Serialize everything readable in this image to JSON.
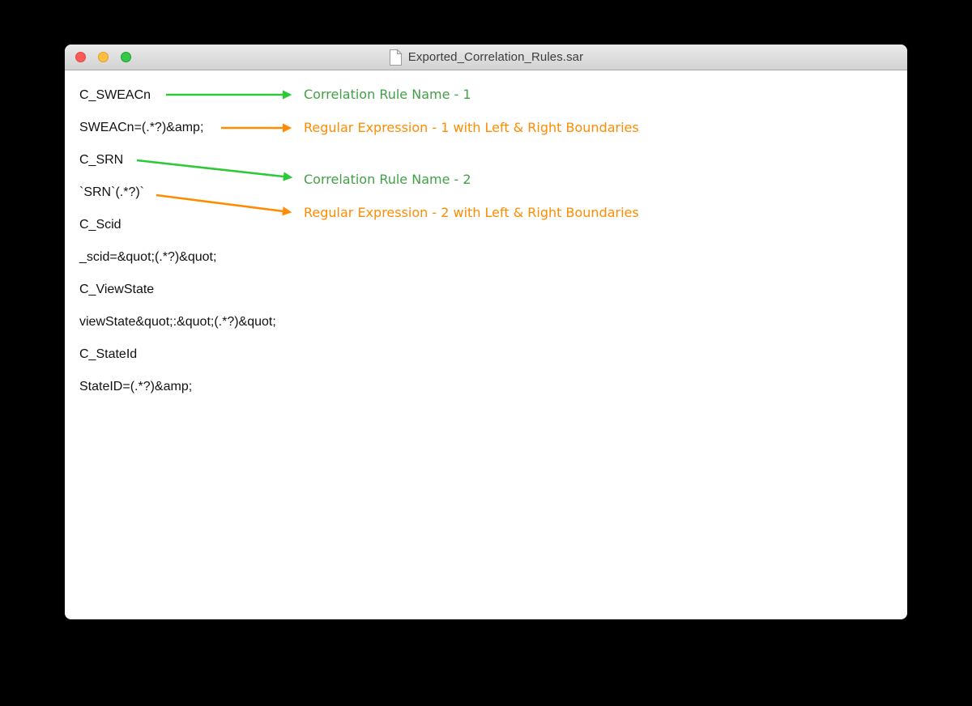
{
  "window": {
    "title": "Exported_Correlation_Rules.sar",
    "traffic_lights": {
      "close": "close-window",
      "minimize": "minimize-window",
      "zoom": "zoom-window"
    }
  },
  "doc": {
    "lines": [
      "C_SWEACn",
      "SWEACn=(.*?)&amp;",
      "C_SRN",
      "`SRN`(.*?)`",
      "C_Scid",
      "_scid=&quot;(.*?)&quot;",
      "C_ViewState",
      "viewState&quot;:&quot;(.*?)&quot;",
      "C_StateId",
      "StateID=(.*?)&amp;"
    ]
  },
  "annotations": {
    "items": [
      {
        "label": "Correlation Rule Name - 1",
        "color": "green"
      },
      {
        "label": "Regular Expression - 1 with Left & Right Boundaries",
        "color": "orange"
      },
      {
        "label": "Correlation Rule Name - 2",
        "color": "green"
      },
      {
        "label": "Regular Expression - 2 with Left & Right Boundaries",
        "color": "orange"
      }
    ]
  },
  "colors": {
    "text_green": "#43a047",
    "arrow_green": "#2dc937",
    "text_orange": "#ff8c00",
    "arrow_orange": "#ff8c00",
    "titlebar_top": "#ebebeb",
    "titlebar_bottom": "#d2d2d2",
    "traffic_red": "#fc5b57",
    "traffic_yellow": "#fdbe41",
    "traffic_green": "#34c848"
  }
}
